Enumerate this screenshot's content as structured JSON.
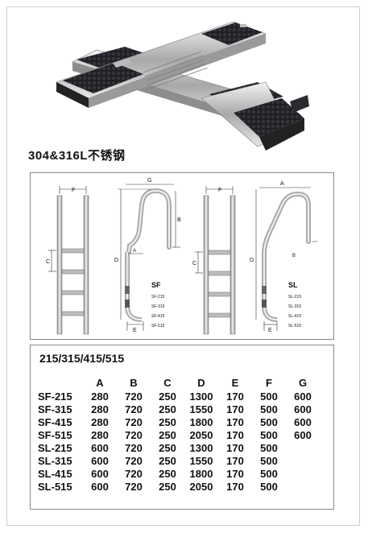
{
  "material_heading": "304&316L不锈钢",
  "drawing": {
    "sf": {
      "title": "SF",
      "models": [
        "SF-215",
        "SF-315",
        "SF-415",
        "SF-515"
      ],
      "dims": {
        "f": "F",
        "g": "G",
        "b": "B",
        "a": "A",
        "c": "C",
        "d": "D",
        "e": "E"
      }
    },
    "sl": {
      "title": "SL",
      "models": [
        "SL-215",
        "SL-315",
        "SL-415",
        "SL-515"
      ],
      "dims": {
        "f": "F",
        "a": "A",
        "b": "B",
        "c": "C",
        "d": "D",
        "e": "E"
      }
    }
  },
  "spec": {
    "series_title": "215/315/415/515",
    "columns": [
      "",
      "A",
      "B",
      "C",
      "D",
      "E",
      "F",
      "G"
    ],
    "rows": [
      [
        "SF-215",
        "280",
        "720",
        "250",
        "1300",
        "170",
        "500",
        "600"
      ],
      [
        "SF-315",
        "280",
        "720",
        "250",
        "1550",
        "170",
        "500",
        "600"
      ],
      [
        "SF-415",
        "280",
        "720",
        "250",
        "1800",
        "170",
        "500",
        "600"
      ],
      [
        "SF-515",
        "280",
        "720",
        "250",
        "2050",
        "170",
        "500",
        "600"
      ],
      [
        "SL-215",
        "600",
        "720",
        "250",
        "1300",
        "170",
        "500",
        ""
      ],
      [
        "SL-315",
        "600",
        "720",
        "250",
        "1550",
        "170",
        "500",
        ""
      ],
      [
        "SL-415",
        "600",
        "720",
        "250",
        "1800",
        "170",
        "500",
        ""
      ],
      [
        "SL-515",
        "600",
        "720",
        "250",
        "2050",
        "170",
        "500",
        ""
      ]
    ]
  }
}
